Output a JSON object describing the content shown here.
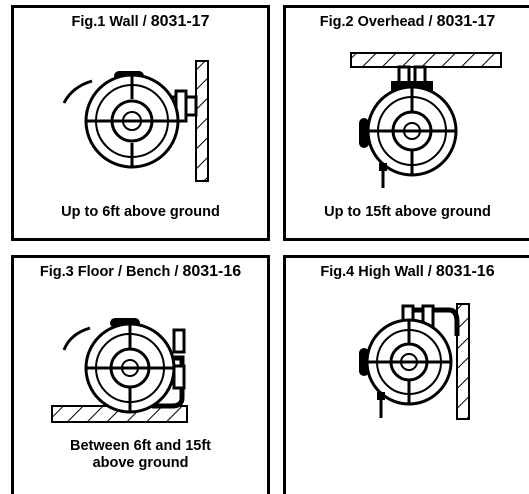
{
  "figures": [
    {
      "title": "Fig.1  Wall / ",
      "code": "8031-17",
      "caption": "Up to 6ft above ground"
    },
    {
      "title": "Fig.2  Overhead / ",
      "code": "8031-17",
      "caption": "Up to 15ft above ground"
    },
    {
      "title": "Fig.3  Floor / Bench / ",
      "code": "8031-16",
      "caption_lines": [
        "Between 6ft and 15ft",
        "above ground"
      ]
    },
    {
      "title": "Fig.4 High Wall / ",
      "code": "8031-16",
      "caption": ""
    }
  ]
}
